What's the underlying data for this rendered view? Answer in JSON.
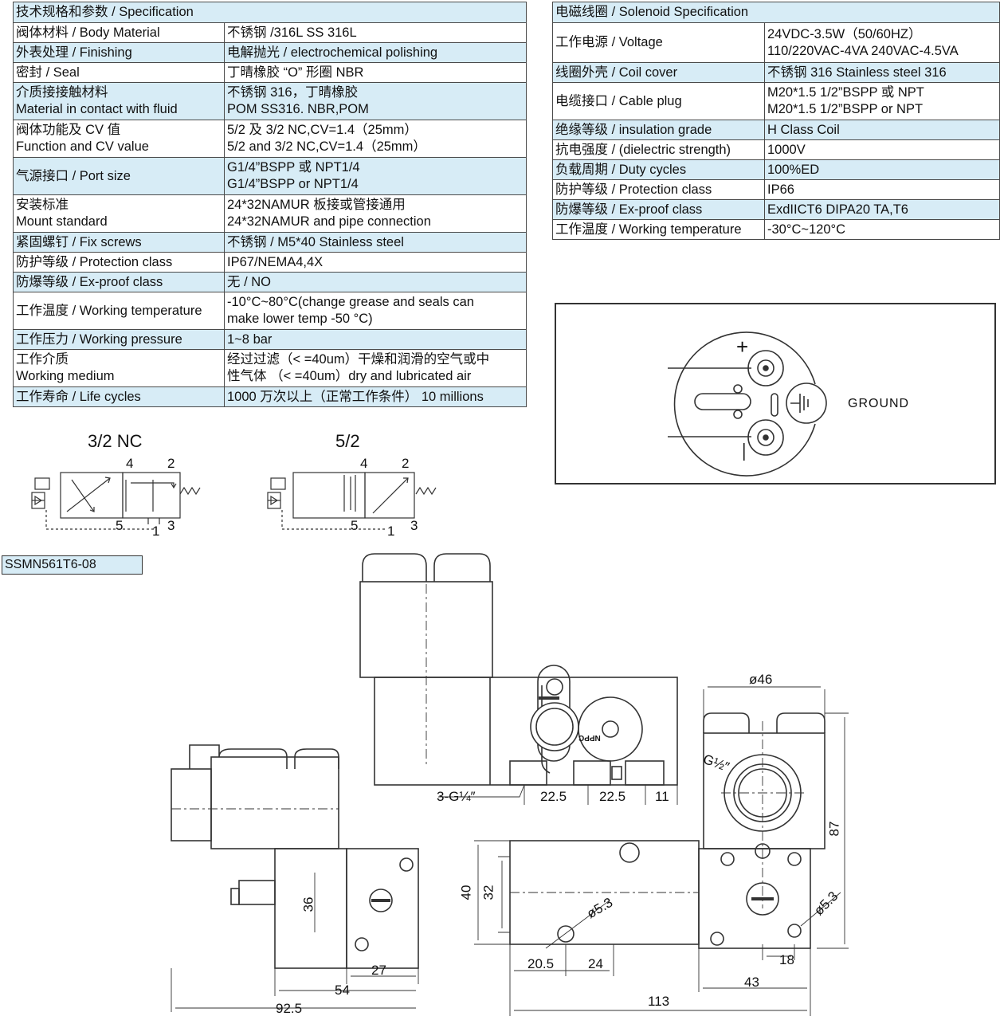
{
  "spec_table": {
    "header": "技术规格和参数 / Specification",
    "rows": [
      {
        "label": " 阀体材料 /  Body Material",
        "value": "不锈钢 /316L SS 316L"
      },
      {
        "label": "外表处理 / Finishing",
        "value": "电解抛光 /  electrochemical polishing"
      },
      {
        "label": "密封 / Seal",
        "value": "丁晴橡胶 “O” 形圈 NBR"
      },
      {
        "label": "介质接接触材料\nMaterial in contact with fluid",
        "value": "不锈钢 316，丁晴橡胶\nPOM SS316. NBR,POM"
      },
      {
        "label": "阀体功能及 CV 值\nFunction and CV value",
        "value": "5/2 及 3/2 NC,CV=1.4（25mm）\n5/2 and 3/2 NC,CV=1.4（25mm）"
      },
      {
        "label": "气源接口 / Port  size",
        "value": "G1/4”BSPP 或 NPT1/4\nG1/4”BSPP or NPT1/4"
      },
      {
        "label": "安装标准\nMount  standard",
        "value": "24*32NAMUR 板接或管接通用\n24*32NAMUR and pipe connection"
      },
      {
        "label": "紧固螺钉 / Fix screws",
        "value": "不锈钢 / M5*40 Stainless steel"
      },
      {
        "label": "防护等级 / Protection class",
        "value": "IP67/NEMA4,4X"
      },
      {
        "label": "防爆等级 / Ex-proof class",
        "value": "无 / NO"
      },
      {
        "label": "工作温度 / Working temperature",
        "value": "-10°C~80°C(change grease and seals can\nmake lower temp -50 °C)"
      },
      {
        "label": "工作压力 / Working pressure",
        "value": "1~8 bar"
      },
      {
        "label": "工作介质\nWorking medium",
        "value": "经过过滤（< =40um）干燥和润滑的空气或中\n性气体  （< =40um）dry and lubricated air"
      },
      {
        "label": "工作寿命 / Life cycles",
        "value": "1000 万次以上（正常工作条件）  10 millions"
      }
    ]
  },
  "solenoid_table": {
    "header": "电磁线圈 / Solenoid Specification",
    "rows": [
      {
        "label": " 工作电源 / Voltage",
        "value": "24VDC-3.5W（50/60HZ）\n110/220VAC-4VA 240VAC-4.5VA"
      },
      {
        "label": "线圈外壳 / Coil cover",
        "value": "不锈钢 316  Stainless steel 316"
      },
      {
        "label": "电缆接口 / Cable plug",
        "value": "M20*1.5 1/2”BSPP 或 NPT\nM20*1.5 1/2”BSPP or  NPT"
      },
      {
        "label": "绝缘等级 / insulation grade",
        "value": "H Class Coil"
      },
      {
        "label": "抗电强度 / (dielectric strength)",
        "value": "1000V"
      },
      {
        "label": "负载周期 / Duty cycles",
        "value": "100%ED"
      },
      {
        "label": "防护等级 / Protection class",
        "value": "IP66"
      },
      {
        "label": "防爆等级 / Ex-proof class",
        "value": "ExdIICT6 DIPA20 TA,T6"
      },
      {
        "label": "工作温度 / Working temperature",
        "value": "-30°C~120°C"
      }
    ]
  },
  "symbols": {
    "nc": {
      "title": "3/2 NC",
      "ports": [
        "4",
        "2",
        "5",
        "1",
        "3"
      ]
    },
    "fc": {
      "title": "5/2",
      "ports": [
        "4",
        "2",
        "5",
        "1",
        "3"
      ]
    }
  },
  "ground": {
    "label": "GROUND",
    "plus": "+",
    "minus": "—"
  },
  "model": "SSMN561T6-08",
  "dimensions": {
    "side_36": "36",
    "side_27": "27",
    "side_54": "54",
    "side_92_5": "92.5",
    "port_label": "3-G¼″",
    "pitch_a": "22.5",
    "pitch_b": "22.5",
    "pitch_c": "11",
    "dia46": "ø46",
    "g_half": "G½″",
    "h87": "87",
    "dia5_3_right": "ø5.3",
    "h40": "40",
    "h32": "32",
    "dia5_3_left": "ø5.3",
    "w20_5": "20.5",
    "w24": "24",
    "w18": "18",
    "w43": "43",
    "w113": "113"
  },
  "logo_text": "NPPC"
}
